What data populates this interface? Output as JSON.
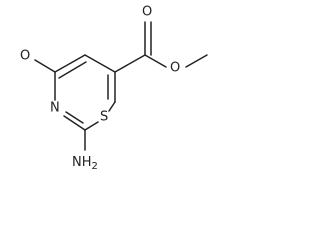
{
  "molecule": {
    "atoms": {
      "carbonyl_oxygen": "O",
      "ring_nitrogen": "N",
      "ring_sulfur": "S",
      "amino_group": "NH",
      "amino_subscript": "2",
      "ester_carbonyl_oxygen": "O",
      "ester_ether_oxygen": "O"
    },
    "colors": {
      "bond": "#222222",
      "text": "#222222",
      "background": "#ffffff"
    }
  }
}
